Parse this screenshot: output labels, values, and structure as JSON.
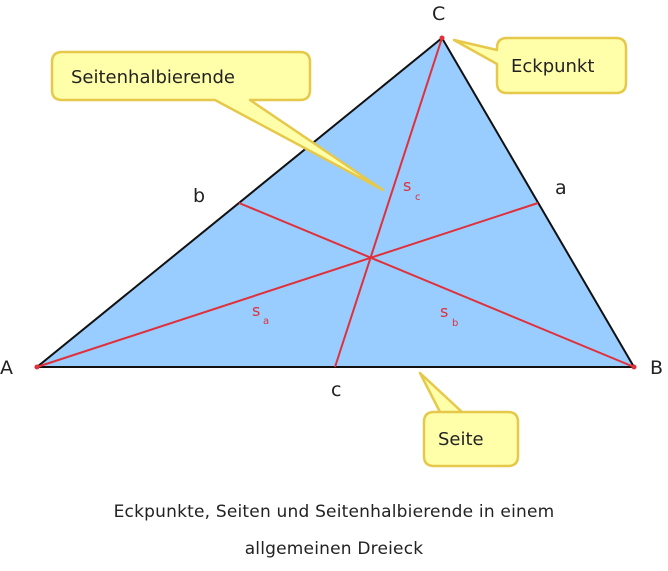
{
  "vertices": {
    "A": "A",
    "B": "B",
    "C": "C"
  },
  "sides": {
    "a": "a",
    "b": "b",
    "c": "c"
  },
  "medians": {
    "sa": {
      "s": "s",
      "sub": "a"
    },
    "sb": {
      "s": "s",
      "sub": "b"
    },
    "sc": {
      "s": "s",
      "sub": "c"
    }
  },
  "callouts": {
    "median": "Seitenhalbierende",
    "vertex": "Eckpunkt",
    "side": "Seite"
  },
  "caption": {
    "line1": "Eckpunkte, Seiten und Seitenhalbierende in einem",
    "line2": "allgemeinen Dreieck"
  },
  "colors": {
    "triangle_fill": "#99ccff",
    "median_stroke": "#e0303a",
    "callout_fill": "#ffffaa",
    "callout_stroke": "#e6c84a"
  }
}
